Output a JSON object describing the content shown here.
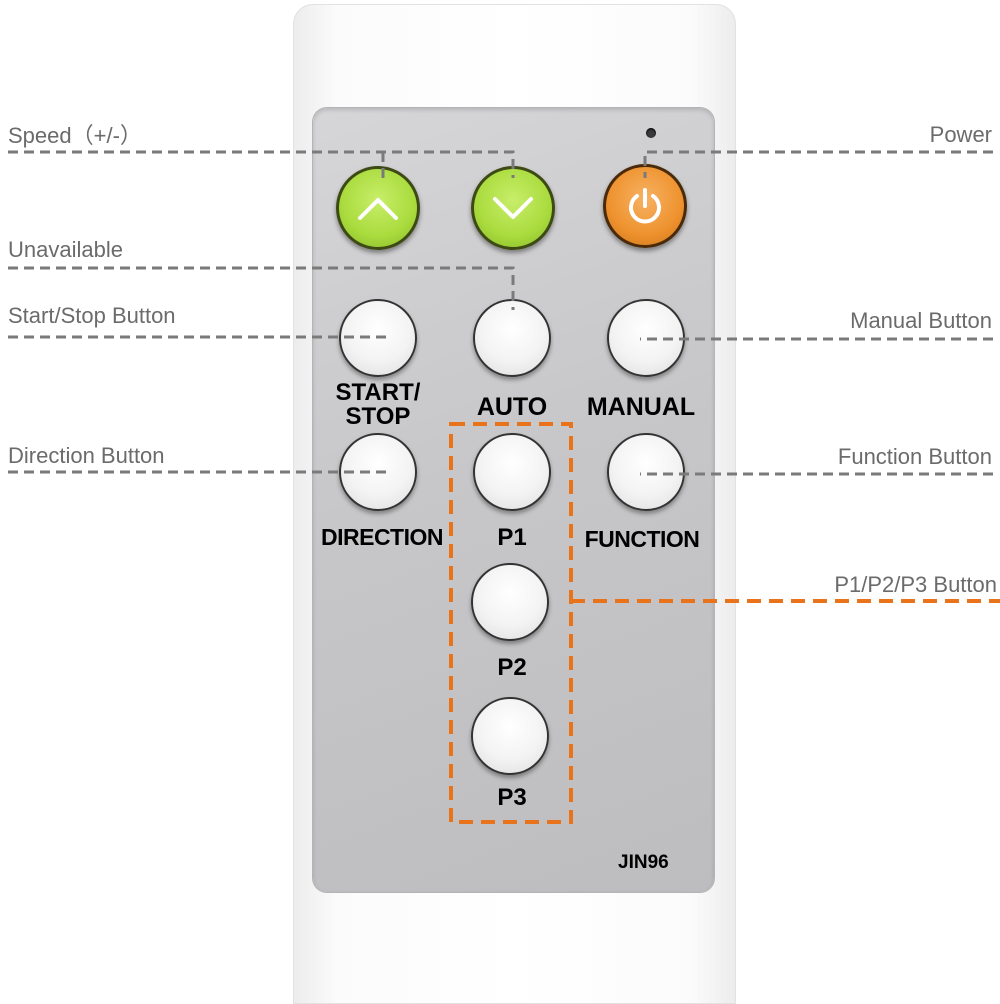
{
  "callouts": {
    "speed": "Speed（+/-）",
    "power": "Power",
    "unavailable": "Unavailable",
    "start_stop": "Start/Stop Button",
    "manual": "Manual Button",
    "direction": "Direction Button",
    "function": "Function Button",
    "presets": "P1/P2/P3 Button"
  },
  "buttons": {
    "start_stop": [
      "START/",
      "STOP"
    ],
    "auto": "AUTO",
    "manual": "MANUAL",
    "direction": "DIRECTION",
    "function": "FUNCTION",
    "p1": "P1",
    "p2": "P2",
    "p3": "P3"
  },
  "model": "JIN96",
  "colors": {
    "speed_buttons": "#a9db3d",
    "power_button": "#ee922e",
    "highlight": "#e8731a",
    "leader_lines": "#7a7a7a",
    "panel": "#c7c7c9"
  },
  "icons": {
    "speed_up": "chevron-up-icon",
    "speed_down": "chevron-down-icon",
    "power": "power-icon"
  }
}
